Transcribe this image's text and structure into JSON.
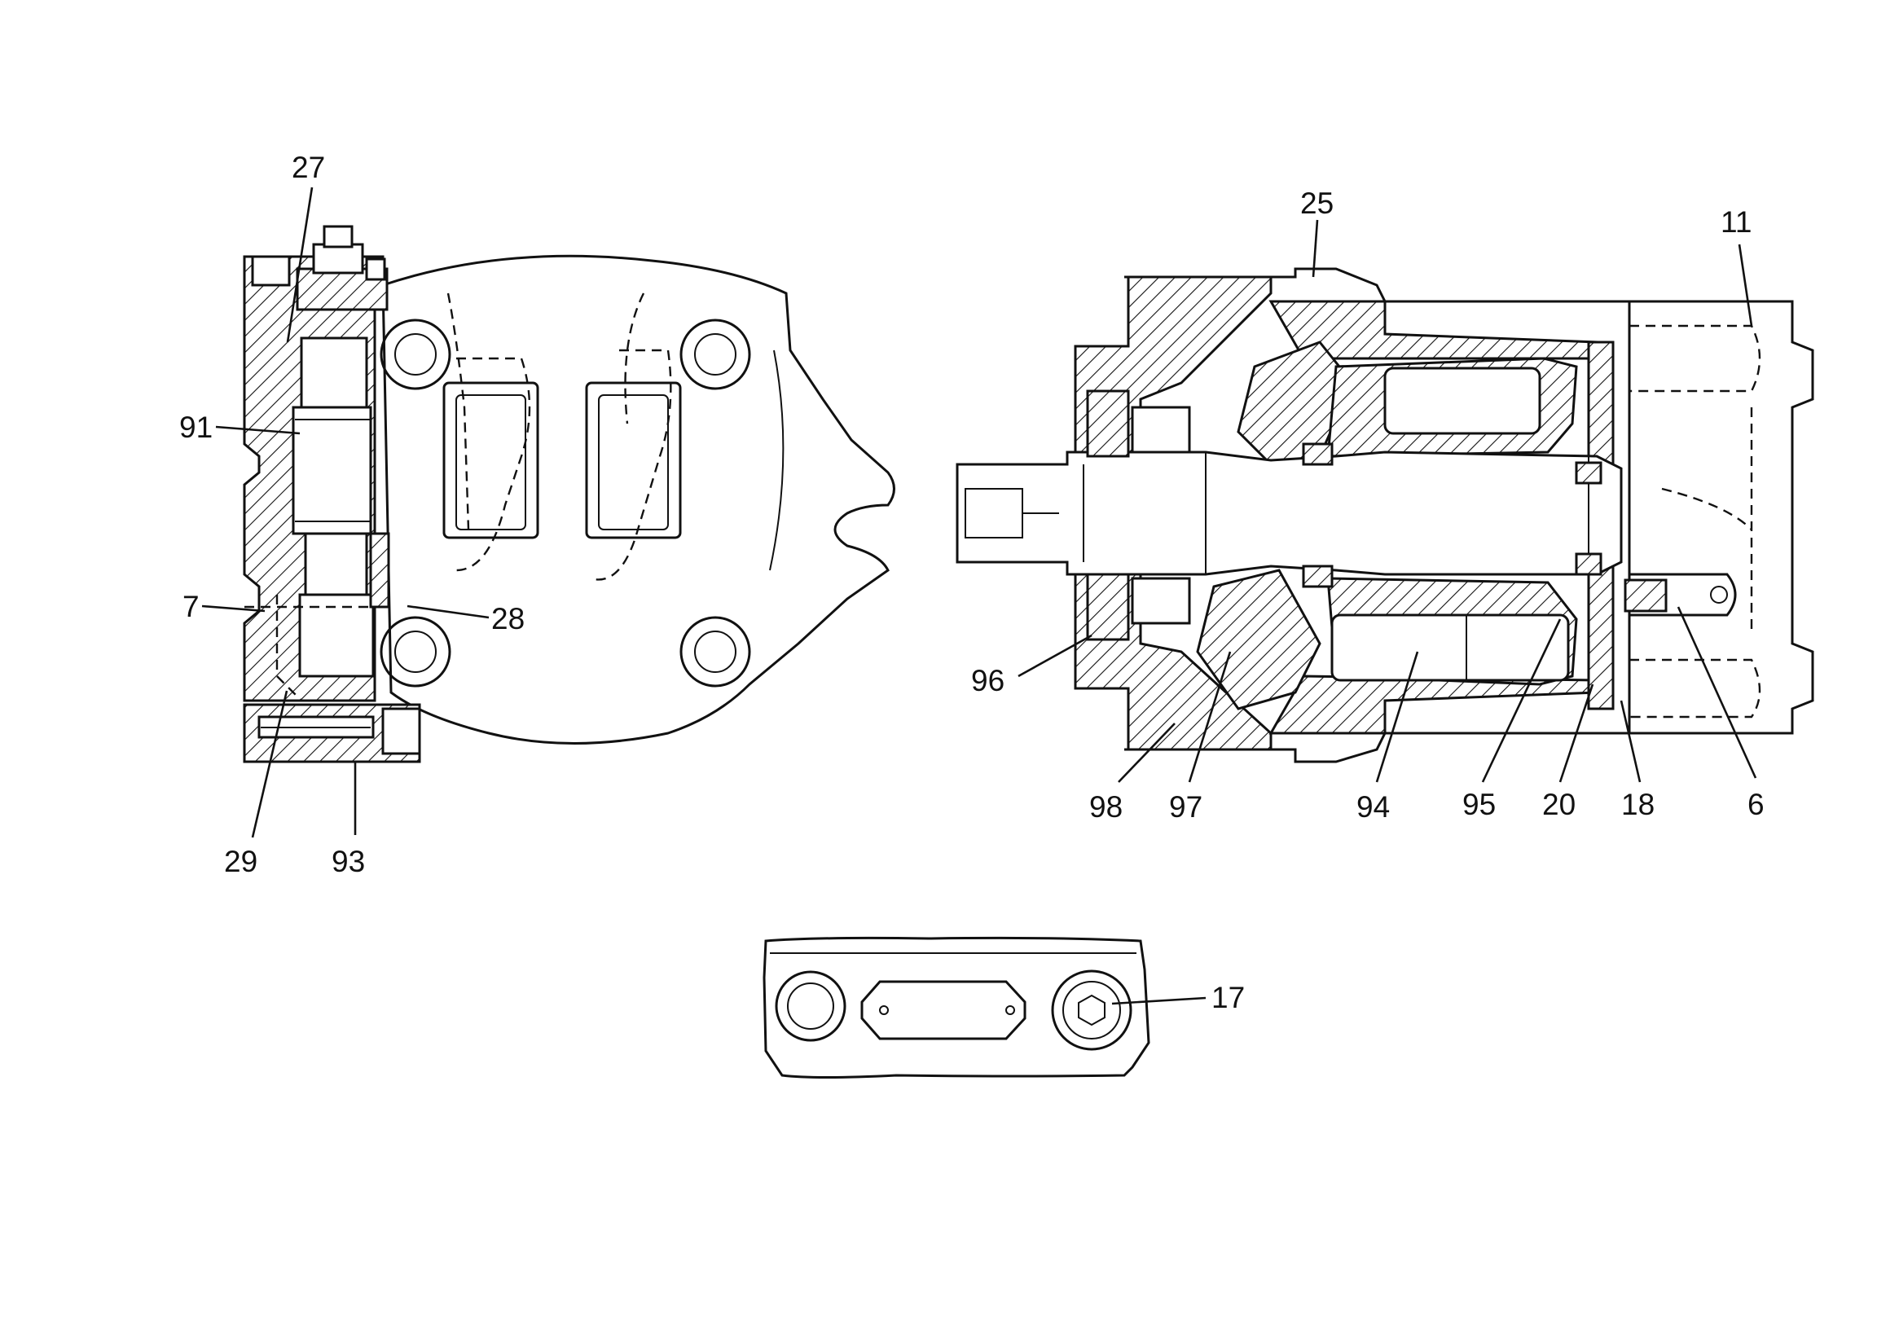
{
  "callouts": {
    "c27": "27",
    "c91": "91",
    "c7": "7",
    "c28": "28",
    "c29": "29",
    "c93": "93",
    "c25": "25",
    "c11": "11",
    "c96": "96",
    "c98": "98",
    "c97": "97",
    "c94": "94",
    "c95": "95",
    "c20": "20",
    "c18": "18",
    "c6": "6",
    "c17": "17"
  }
}
